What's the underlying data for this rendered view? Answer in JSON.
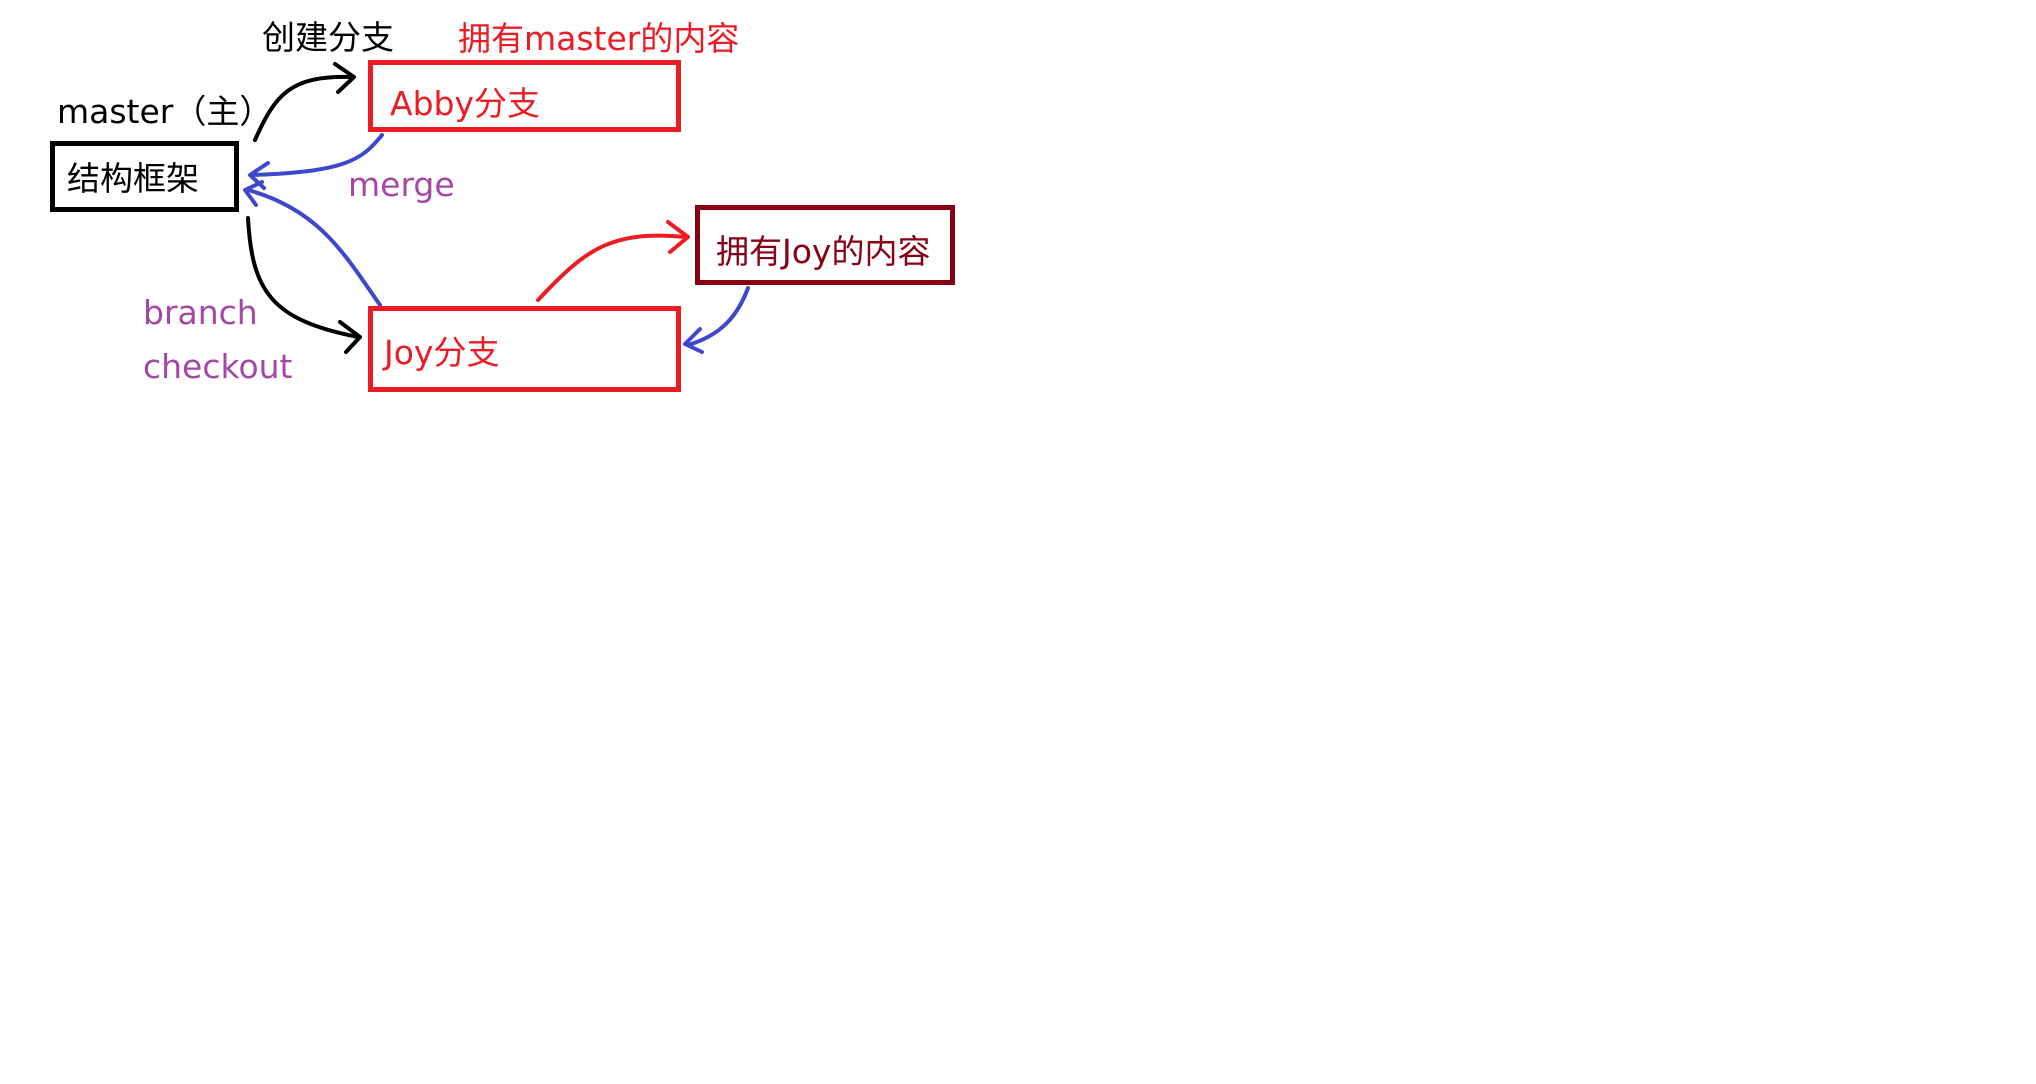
{
  "labels": {
    "create_branch": "创建分支",
    "master_content": "拥有master的内容",
    "master_main": "master（主）",
    "merge": "merge",
    "branch": "branch",
    "checkout": "checkout"
  },
  "nodes": {
    "master": "结构框架",
    "abby": "Abby分支",
    "joy": "Joy分支",
    "joy_content": "拥有Joy的内容"
  },
  "colors": {
    "black": "#000000",
    "red": "#ec1c24",
    "dark_red": "#880015",
    "blue": "#3f48cc",
    "purple": "#a349a4"
  }
}
